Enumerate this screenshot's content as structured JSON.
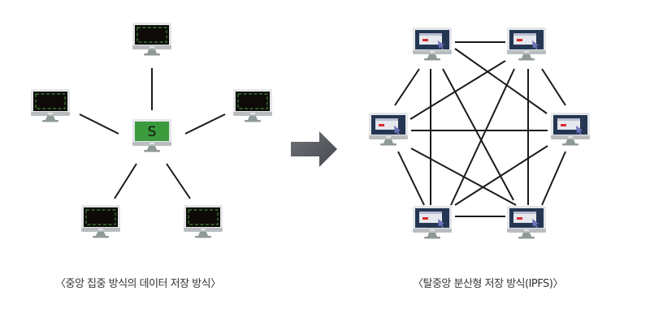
{
  "colors": {
    "background": "#ffffff",
    "line": "#1a1a1a",
    "arrow": "#5a5d63",
    "monitor_frame": "#e4e6e8",
    "monitor_bezel_bottom": "#b9bdc0",
    "monitor_stand": "#8f9a97",
    "client_screen": "#0d0a08",
    "client_dash": "#3f8a3a",
    "server_screen": "#3a9a3c",
    "server_letter": "#111111",
    "peer_screen": "#243652",
    "peer_window": "#e6e8ee",
    "peer_window_title": "#b7bfd0",
    "peer_red": "#d62a2a",
    "peer_cursor": "#6a72b8"
  },
  "left_diagram": {
    "caption": "〈중앙 집중 방식의 데이터 저장 방식〉",
    "server": {
      "label": "S",
      "icon": "server-monitor-icon"
    },
    "clients": [
      {
        "id": "top"
      },
      {
        "id": "left"
      },
      {
        "id": "right"
      },
      {
        "id": "bottom-left"
      },
      {
        "id": "bottom-right"
      }
    ]
  },
  "arrow": {
    "icon": "right-arrow-icon"
  },
  "right_diagram": {
    "caption": "〈탈중앙 분산형 저장 방식(IPFS)〉",
    "peers": [
      {
        "id": "top-left"
      },
      {
        "id": "top-right"
      },
      {
        "id": "left"
      },
      {
        "id": "right"
      },
      {
        "id": "bottom-left"
      },
      {
        "id": "bottom-right"
      }
    ],
    "connections": "full-mesh"
  }
}
